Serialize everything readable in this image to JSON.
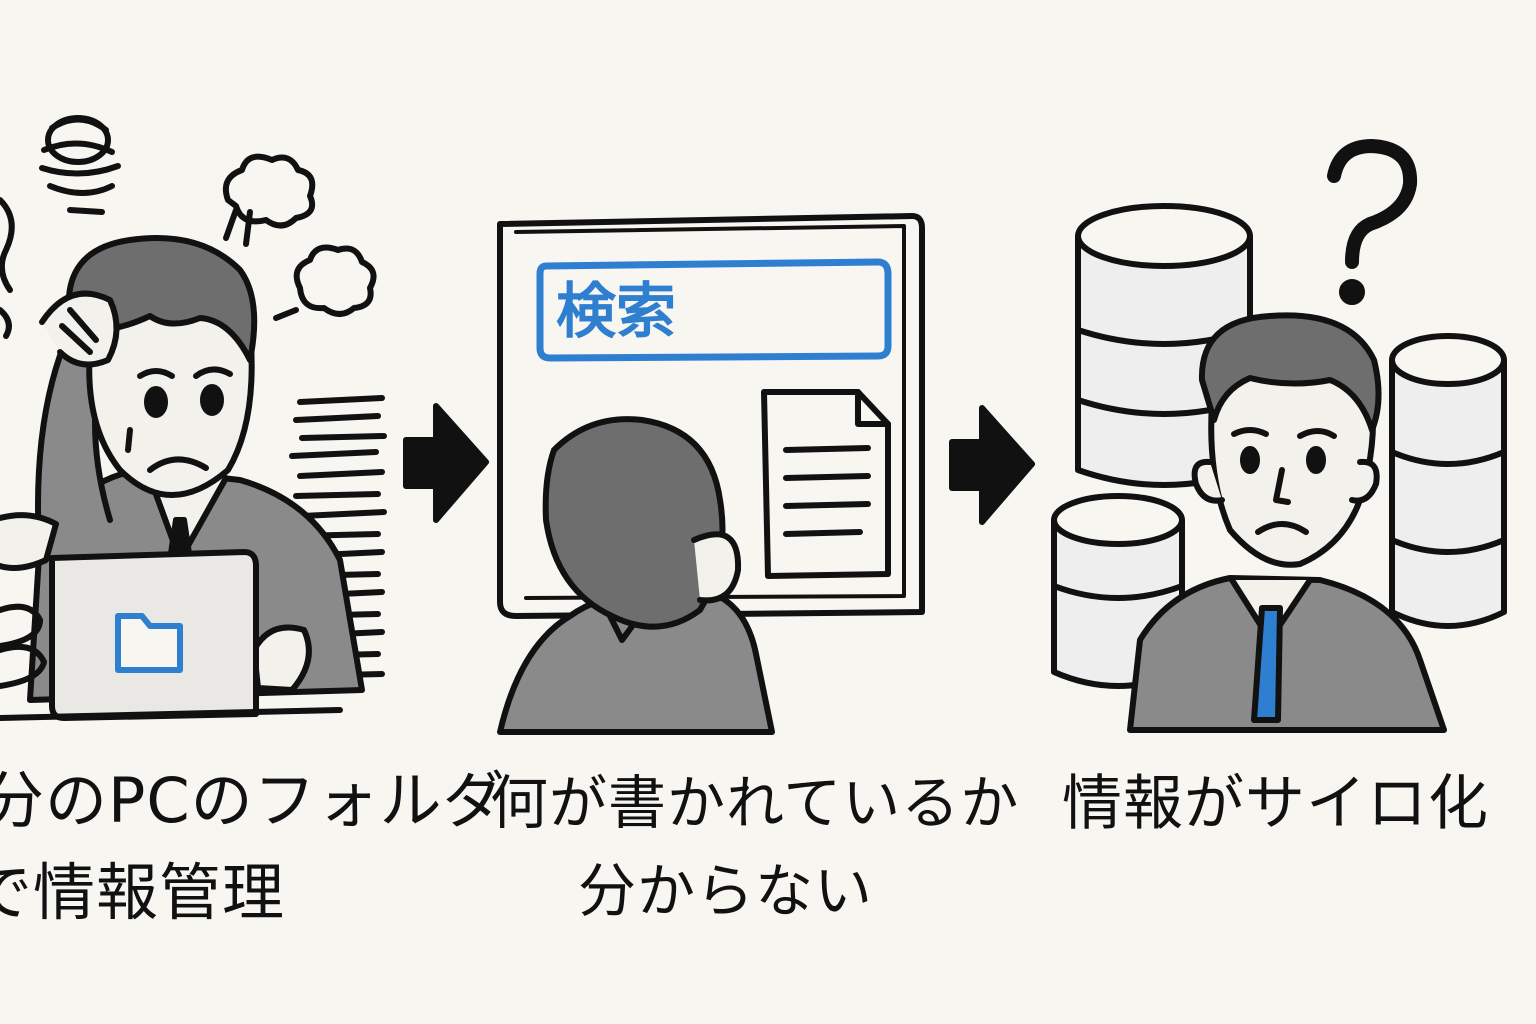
{
  "panels": [
    {
      "caption_lines": [
        "分のPCのフォルダ",
        "で情報管理"
      ]
    },
    {
      "search_label": "検索",
      "caption_lines": [
        "何が書かれているか",
        "分からない"
      ]
    },
    {
      "caption_lines": [
        "情報がサイロ化"
      ]
    }
  ],
  "icons": [
    "stress-swirl-icon",
    "anger-puff-icon",
    "paper-stack-icon",
    "laptop-icon",
    "folder-icon",
    "arrow-right-icon",
    "search-box",
    "document-icon",
    "database-cylinder-icon",
    "question-mark-icon"
  ],
  "colors": {
    "background": "#f8f6f1",
    "ink": "#111111",
    "accent_blue": "#2f7fd0",
    "suit_gray": "#8a8a8a",
    "hair_gray": "#6e6e6e",
    "skin": "#f3f1ec"
  }
}
